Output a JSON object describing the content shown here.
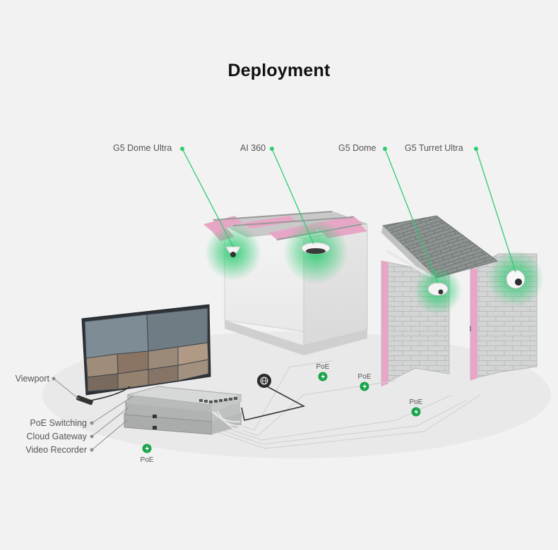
{
  "title": "Deployment",
  "cameras": [
    {
      "label": "G5 Dome Ultra"
    },
    {
      "label": "AI 360"
    },
    {
      "label": "G5 Dome"
    },
    {
      "label": "G5 Turret Ultra"
    }
  ],
  "devices": [
    {
      "label": "Viewport"
    },
    {
      "label": "PoE Switching"
    },
    {
      "label": "Cloud Gateway"
    },
    {
      "label": "Video Recorder"
    }
  ],
  "poe_label": "PoE",
  "colors": {
    "accent_green": "#2ecc71",
    "poe_badge": "#1aa34a",
    "pink_insulation": "#e8a6c6",
    "roof_tile": "#8c9290",
    "brick": "#cfd1d1"
  }
}
